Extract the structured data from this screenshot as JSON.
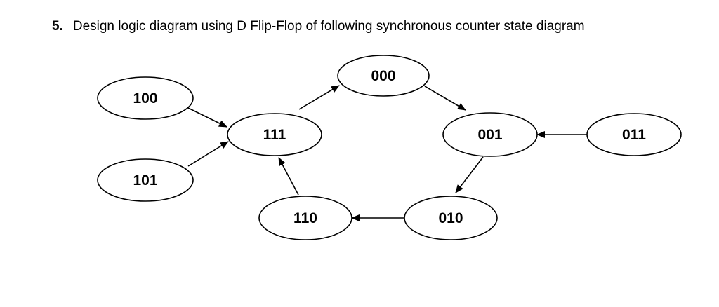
{
  "question": {
    "number": "5.",
    "text": "Design logic diagram using D Flip-Flop of following synchronous counter state diagram"
  },
  "states": [
    {
      "id": "s000",
      "label": "000"
    },
    {
      "id": "s100",
      "label": "100"
    },
    {
      "id": "s111",
      "label": "111"
    },
    {
      "id": "s001",
      "label": "001"
    },
    {
      "id": "s011",
      "label": "011"
    },
    {
      "id": "s101",
      "label": "101"
    },
    {
      "id": "s110",
      "label": "110"
    },
    {
      "id": "s010",
      "label": "010"
    }
  ],
  "transitions": [
    {
      "from": "100",
      "to": "111"
    },
    {
      "from": "101",
      "to": "111"
    },
    {
      "from": "111",
      "to": "000"
    },
    {
      "from": "000",
      "to": "001"
    },
    {
      "from": "011",
      "to": "001"
    },
    {
      "from": "001",
      "to": "010"
    },
    {
      "from": "010",
      "to": "110"
    },
    {
      "from": "110",
      "to": "111"
    }
  ]
}
